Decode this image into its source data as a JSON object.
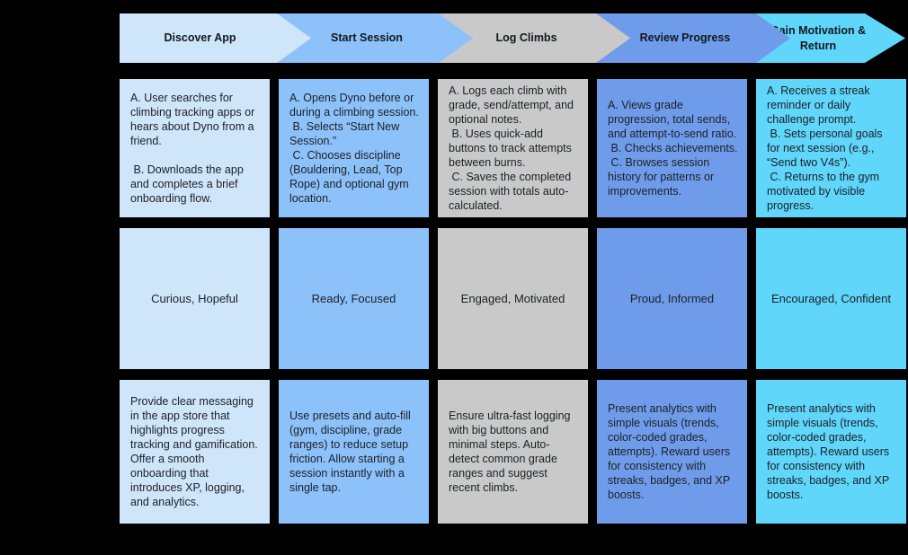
{
  "background": "#000000",
  "text_color": "#1C2026",
  "stages": [
    {
      "label": "Discover App",
      "color": "#CFE5FA",
      "actions": "A. User searches for climbing tracking apps or hears about Dyno from a friend.\n\n B. Downloads the app and completes a brief onboarding flow.",
      "feeling": "Curious, Hopeful",
      "opportunity": "Provide clear messaging in the app store that highlights progress tracking and gamification. Offer a smooth onboarding that introduces XP, logging, and analytics."
    },
    {
      "label": "Start Session",
      "color": "#8DC1F9",
      "actions": "A. Opens Dyno before or during a climbing session.\n B. Selects “Start New Session.”\n C. Chooses discipline (Bouldering, Lead, Top Rope) and optional gym location.",
      "feeling": "Ready, Focused",
      "opportunity": "Use presets and auto-fill (gym, discipline, grade ranges) to reduce setup friction. Allow starting a session instantly with a single tap."
    },
    {
      "label": "Log Climbs",
      "color": "#C9C9C9",
      "actions": "A. Logs each climb with grade, send/attempt, and optional notes.\n B. Uses quick-add buttons to track attempts between burns.\n C. Saves the completed session with totals auto-calculated.",
      "feeling": "Engaged, Motivated",
      "opportunity": "Ensure ultra-fast logging with big buttons and minimal steps. Auto-detect common grade ranges and suggest recent climbs."
    },
    {
      "label": "Review Progress",
      "color": "#6F9CEA",
      "actions": "A. Views grade progression, total sends, and attempt-to-send ratio.\n B. Checks achievements.\n C. Browses session history for patterns or improvements.",
      "feeling": "Proud, Informed",
      "opportunity": "Present analytics with simple visuals (trends, color-coded grades, attempts). Reward users for consistency with streaks, badges, and XP boosts."
    },
    {
      "label": "Gain Motivation & Return",
      "color": "#5FD6FA",
      "actions": "A. Receives a streak reminder or daily challenge prompt.\n B. Sets personal goals for next session (e.g., “Send two V4s”).\n C. Returns to the gym motivated by visible progress.",
      "feeling": "Encouraged, Confident",
      "opportunity": "Present analytics with simple visuals (trends, color-coded grades, attempts). Reward users for consistency with streaks, badges, and XP boosts."
    }
  ]
}
